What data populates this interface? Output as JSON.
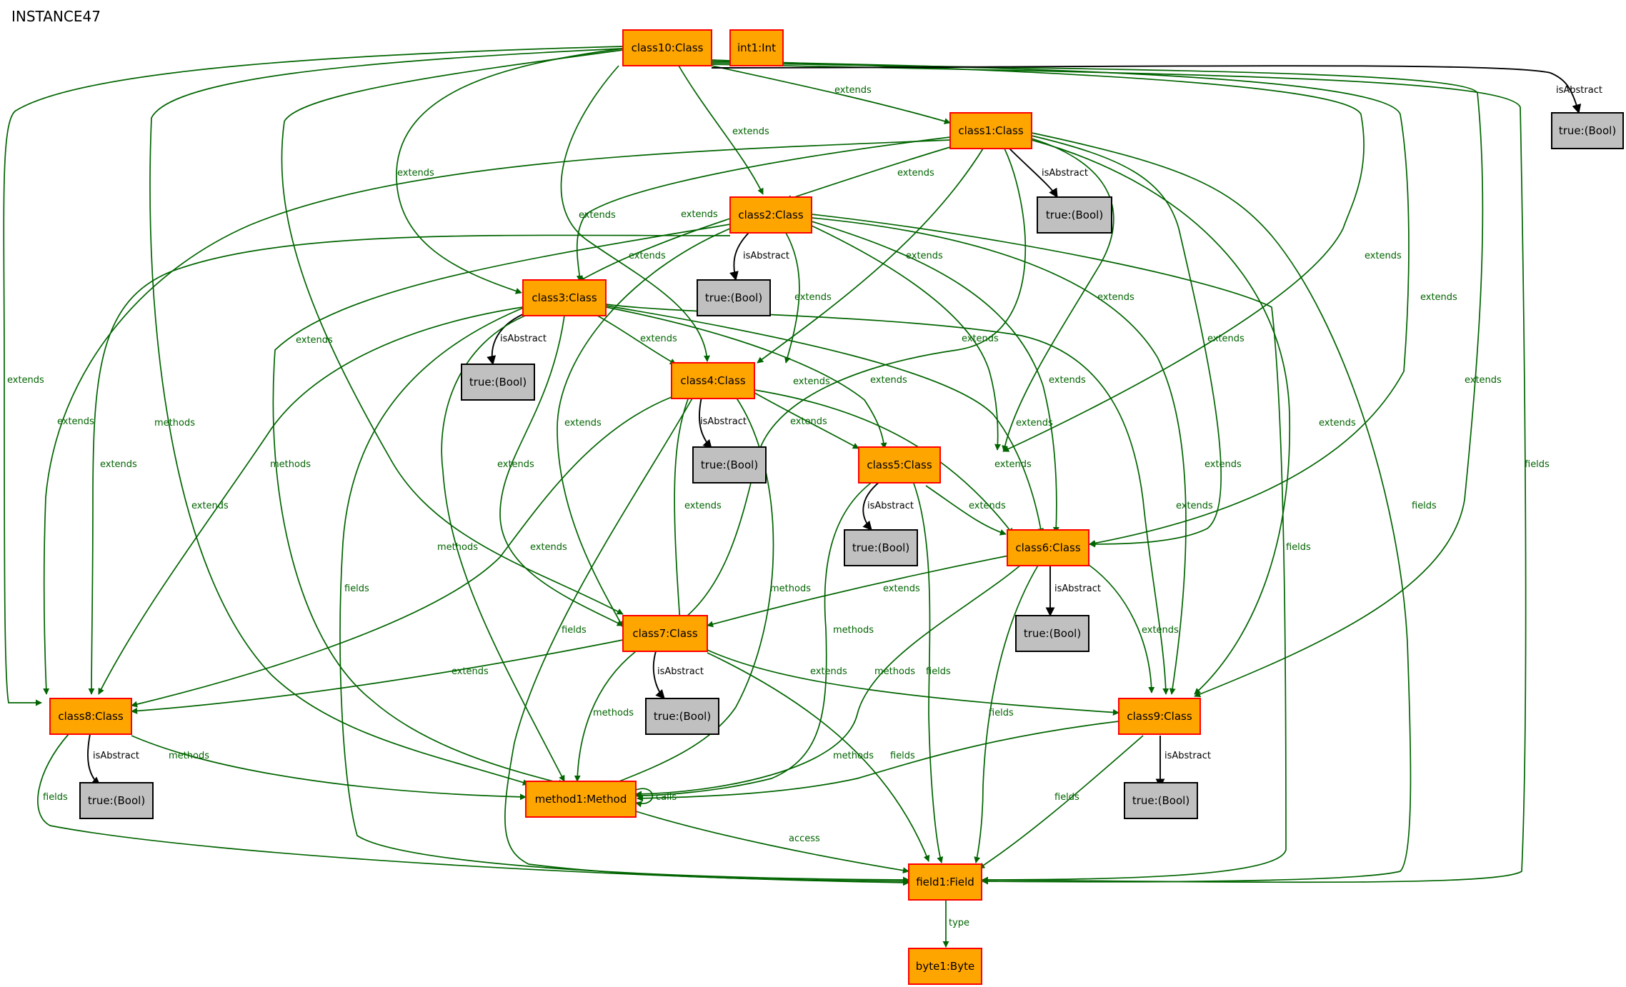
{
  "title": "INSTANCE47",
  "colors": {
    "node_fill": "#ffa500",
    "node_border": "#ff0000",
    "bool_fill": "#c0c0c0",
    "bool_border": "#000000",
    "edge_green": "#006400",
    "edge_black": "#000000"
  },
  "nodes": {
    "class10": "class10:Class",
    "int1": "int1:Int",
    "class1": "class1:Class",
    "class2": "class2:Class",
    "class3": "class3:Class",
    "class4": "class4:Class",
    "class5": "class5:Class",
    "class6": "class6:Class",
    "class7": "class7:Class",
    "class8": "class8:Class",
    "class9": "class9:Class",
    "method1": "method1:Method",
    "field1": "field1:Field",
    "byte1": "byte1:Byte",
    "bool_c10": "true:(Bool)",
    "bool_c1": "true:(Bool)",
    "bool_c2": "true:(Bool)",
    "bool_c3": "true:(Bool)",
    "bool_c4": "true:(Bool)",
    "bool_c5": "true:(Bool)",
    "bool_c6": "true:(Bool)",
    "bool_c7": "true:(Bool)",
    "bool_c8": "true:(Bool)",
    "bool_c9": "true:(Bool)"
  },
  "edge_labels": {
    "extends": "extends",
    "isAbstract": "isAbstract",
    "methods": "methods",
    "fields": "fields",
    "calls": "calls",
    "access": "access",
    "type": "type"
  }
}
